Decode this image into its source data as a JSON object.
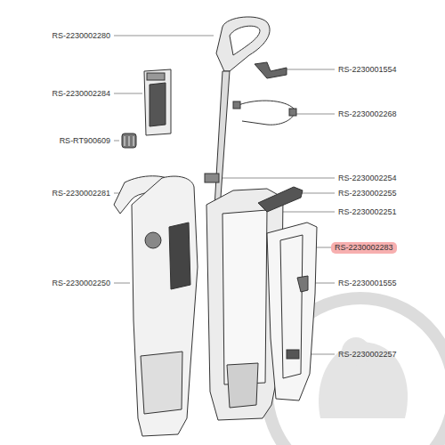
{
  "diagram": {
    "labels": [
      "RS-2230002280",
      "RS-2230001554",
      "RS-2230002284",
      "RS-2230002268",
      "RS-RT900609",
      "RS-2230002254",
      "RS-2230002281",
      "RS-2230002255",
      "RS-2230002251",
      "RS-2230002283",
      "RS-2230002250",
      "RS-2230001555",
      "RS-2230002257"
    ]
  }
}
